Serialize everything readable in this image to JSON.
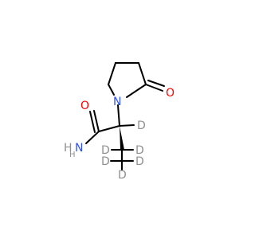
{
  "molecule": {
    "atoms": {
      "carbonyl_oxygen": "O",
      "ring_nitrogen": "N",
      "amide_oxygen": "O",
      "amide_nitrogen": "N",
      "amide_h1": "H",
      "amide_h2": "H",
      "d_alpha": "D",
      "d_ch2_a": "D",
      "d_ch2_b": "D",
      "d_ch3_a": "D",
      "d_ch3_b": "D",
      "d_ch3_c": "D"
    },
    "colors": {
      "bond": "#000000",
      "oxygen": "#ff0000",
      "nitrogen": "#3050f8",
      "hydrogen": "#909090",
      "deuterium": "#909090"
    }
  }
}
